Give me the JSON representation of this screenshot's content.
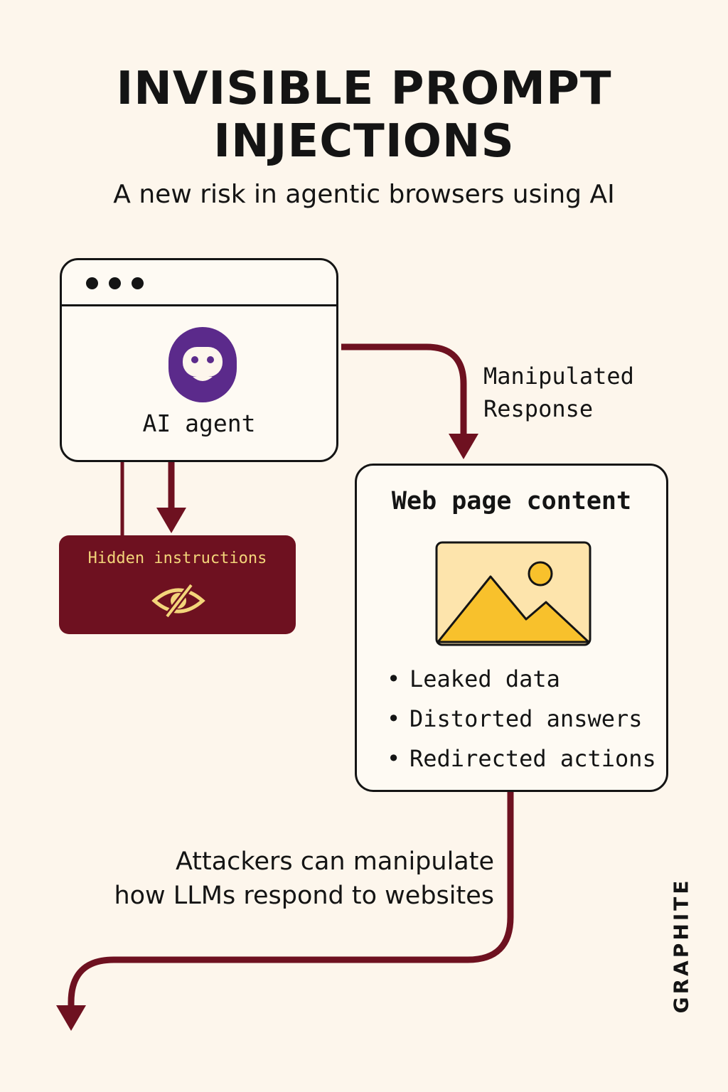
{
  "header": {
    "title_line1": "INVISIBLE PROMPT",
    "title_line2": "INJECTIONS",
    "subtitle": "A new risk in agentic browsers using AI"
  },
  "agent_window": {
    "label": "AI agent",
    "avatar_icon": "robot-face-icon",
    "avatar_color": "#5b2a8b"
  },
  "hidden_instructions": {
    "label": "Hidden instructions",
    "icon": "eye-slash-icon",
    "background": "#6e1120",
    "text_color": "#f3d57a"
  },
  "edge_label": "Manipulated\nResponse",
  "web_page": {
    "title": "Web page content",
    "image_icon": "image-placeholder-icon",
    "bullets": [
      "Leaked data",
      "Distorted answers",
      "Redirected actions"
    ]
  },
  "footer_text": "Attackers can manipulate\nhow LLMs respond to websites",
  "brand": "GRAPHITE",
  "colors": {
    "background": "#fdf6ec",
    "arrow": "#6e1120",
    "ink": "#141414"
  }
}
